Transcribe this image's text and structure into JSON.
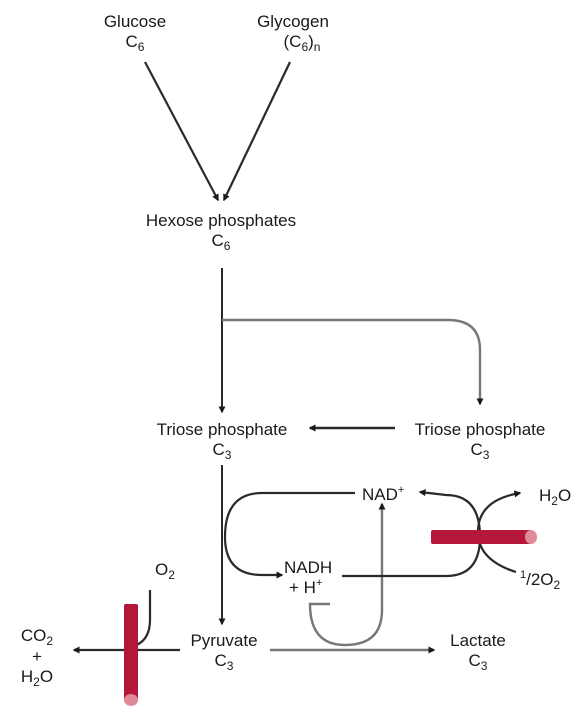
{
  "nodes": {
    "glucose": {
      "name": "Glucose",
      "carbon": "C",
      "carbon_sub": "6"
    },
    "glycogen": {
      "name": "Glycogen",
      "carbon_open": "(C",
      "carbon_sub": "6",
      "carbon_close": ")",
      "carbon_n": "n"
    },
    "hexose": {
      "name": "Hexose phosphates",
      "carbon": "C",
      "carbon_sub": "6"
    },
    "triose_left": {
      "name": "Triose phosphate",
      "carbon": "C",
      "carbon_sub": "3"
    },
    "triose_right": {
      "name": "Triose phosphate",
      "carbon": "C",
      "carbon_sub": "3"
    },
    "nad": {
      "name": "NAD",
      "sup": "+"
    },
    "nadh": {
      "line1": "NADH",
      "line2": "+ H",
      "sup": "+"
    },
    "water": {
      "pre": "H",
      "sub": "2",
      "post": "O"
    },
    "half_oxygen": {
      "coef": "1",
      "slash": "/2O",
      "sub": "2"
    },
    "oxygen": {
      "pre": "O",
      "sub": "2"
    },
    "pyruvate": {
      "name": "Pyruvate",
      "carbon": "C",
      "carbon_sub": "3"
    },
    "lactate": {
      "name": "Lactate",
      "carbon": "C",
      "carbon_sub": "3"
    },
    "co2_h2o": {
      "co": "CO",
      "co_sub": "2",
      "plus": "+",
      "h": "H",
      "h_sub": "2",
      "o": "O"
    }
  },
  "colors": {
    "arrow": "#1a1a1a",
    "flow": "#7a7a7a",
    "membrane": "#b5173b",
    "membrane_end": "#e08a98"
  }
}
